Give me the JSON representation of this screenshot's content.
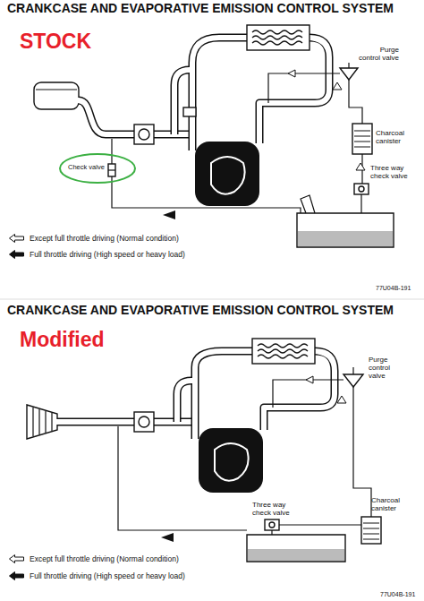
{
  "diagram": {
    "title": "CRANKCASE AND EVAPORATIVE EMISSION CONTROL SYSTEM",
    "nodes": [
      {
        "text": [
          "Check valve"
        ]
      }
    ],
    "labels": [
      "STOCK",
      "Purge control valve",
      "Charcoal canister",
      "Three way check valve",
      "77U04B-191",
      "CRANKCASE AND EVAPORATIVE EMISSION CONTROL SYSTEM",
      "Modified",
      "Purge control valve",
      "Three way check valve",
      "Charcoal canister",
      "77U04B-191"
    ],
    "legend": [
      {
        "text": "Except full throttle driving (Normal condition)"
      },
      {
        "text": "Full throttle driving (High speed or heavy load)"
      },
      {
        "text": "Except full throttle driving (Normal condition)"
      },
      {
        "text": "Full throttle driving (High speed or heavy load)"
      }
    ]
  }
}
